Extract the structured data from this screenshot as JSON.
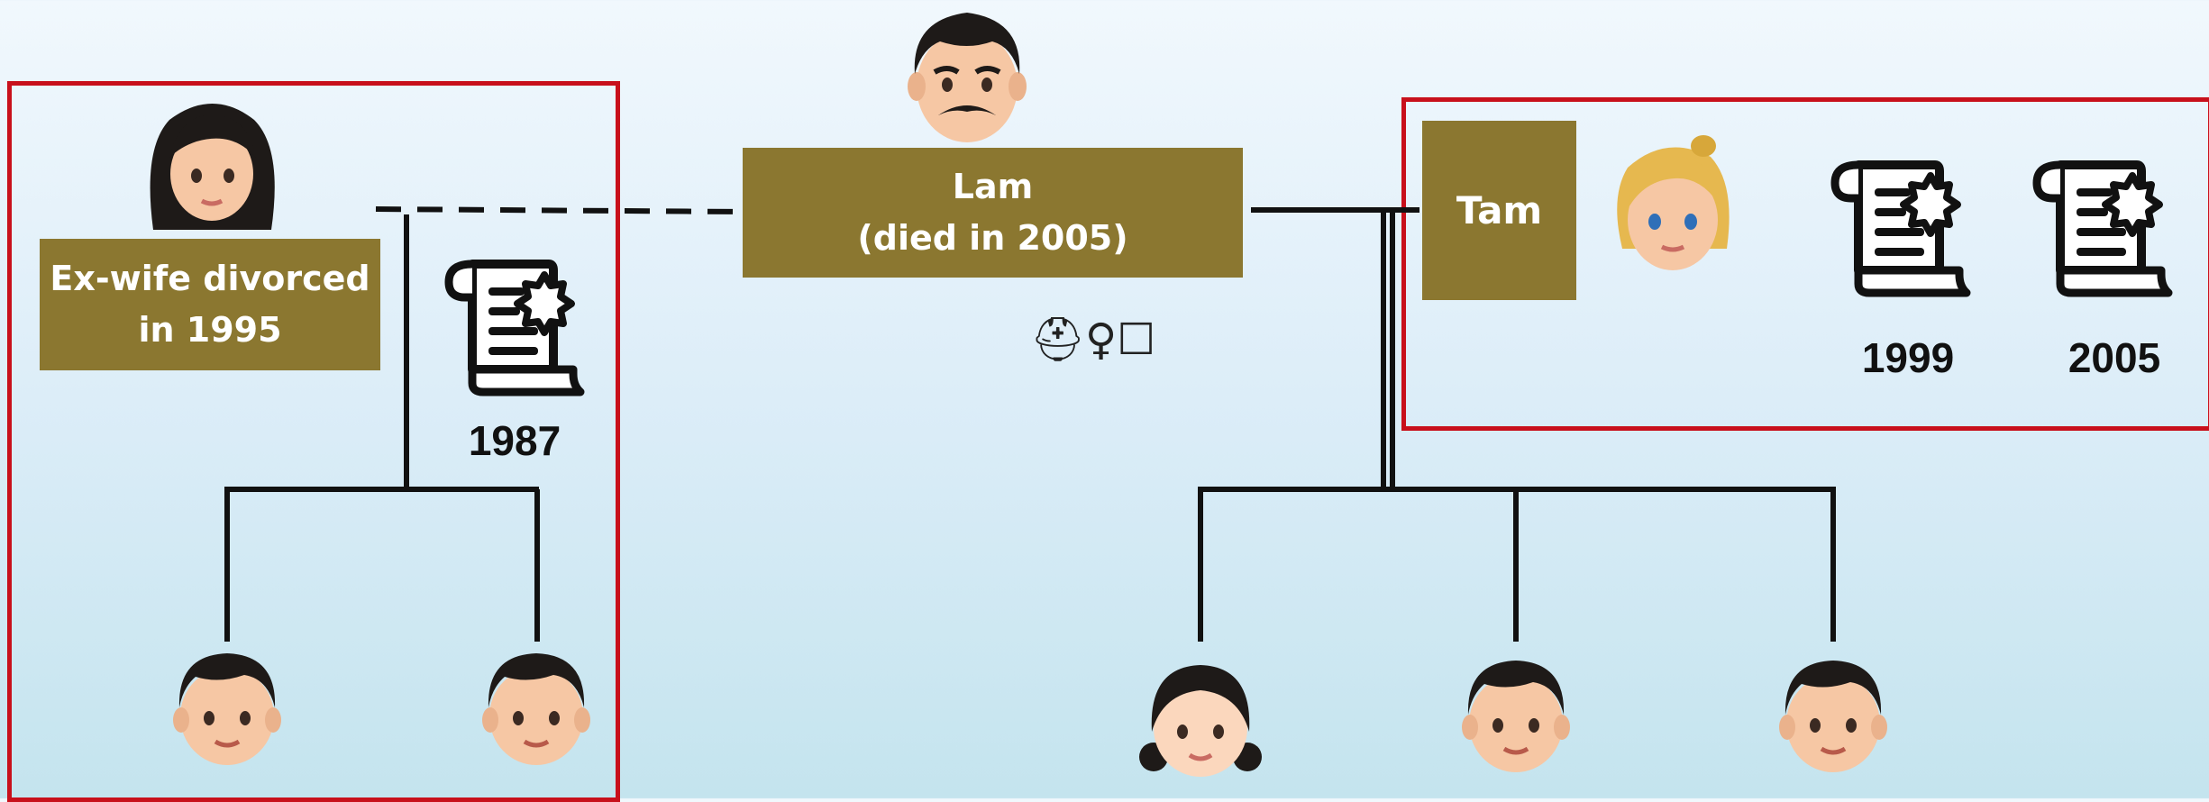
{
  "nodes": {
    "ex_wife_label": "Ex-wife divorced\nin 1995",
    "lam_label": "Lam\n(died in 2005)",
    "tam_label": "Tam"
  },
  "marriages": {
    "first_year": "1987",
    "second_year": "1999",
    "third_year": "2005"
  },
  "legend_glyphs": "⛑♀☐",
  "colors": {
    "label_box": "#8b7730",
    "frame": "#c8101b",
    "line": "#111111"
  },
  "icons": {
    "people": [
      "man-mustache-icon",
      "woman-dark-hair-icon",
      "woman-blonde-icon",
      "boy-icon",
      "boy-icon",
      "girl-icon",
      "boy-icon",
      "boy-icon"
    ],
    "certificates": [
      "certificate-icon",
      "certificate-icon",
      "certificate-icon"
    ]
  }
}
